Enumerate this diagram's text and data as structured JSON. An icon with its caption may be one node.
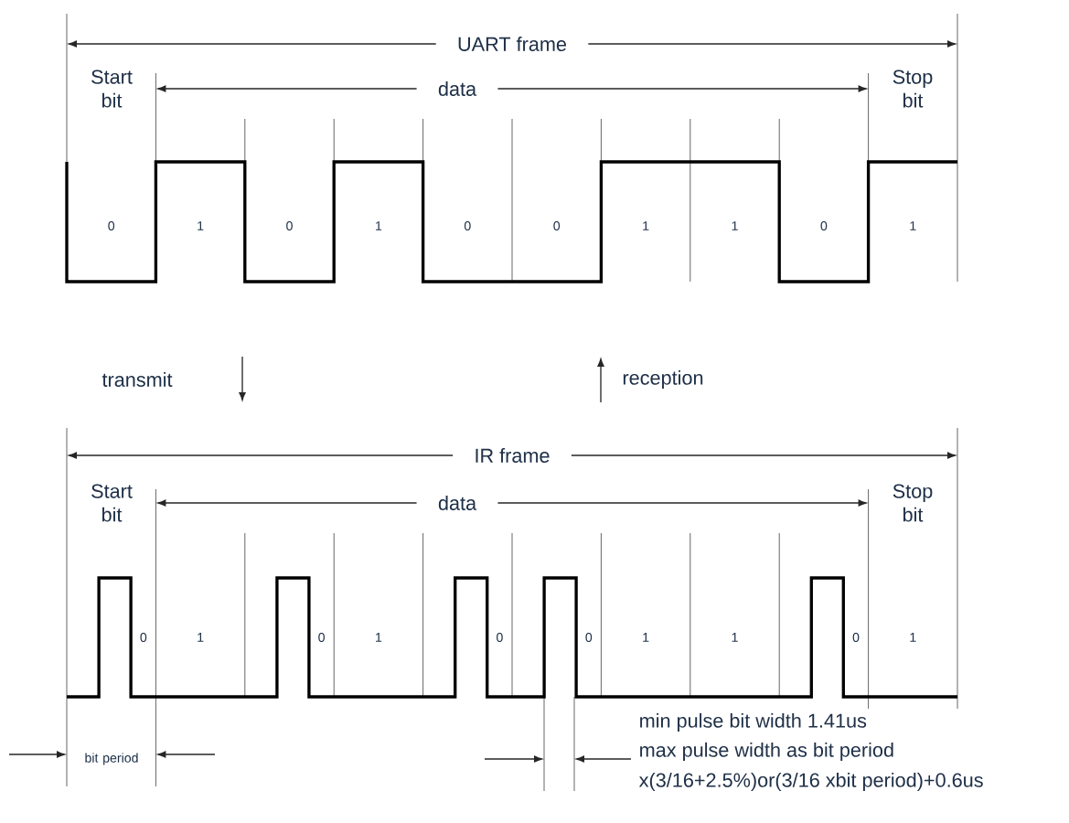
{
  "diagram": {
    "labels": [
      "UART frame",
      "Start bit",
      "data",
      "Stop bit",
      "0",
      "1",
      "0",
      "1",
      "0",
      "0",
      "1",
      "1",
      "0",
      "1",
      "transmit",
      "reception",
      "IR frame",
      "Start bit",
      "data",
      "Stop bit",
      "0",
      "1",
      "0",
      "1",
      "0",
      "0",
      "1",
      "1",
      "0",
      "1",
      "bit period",
      "min pulse bit width 1.41us",
      "max pulse width as bit period",
      "x(3/16+2.5%)or(3/16 xbit period)+0.6us"
    ]
  }
}
